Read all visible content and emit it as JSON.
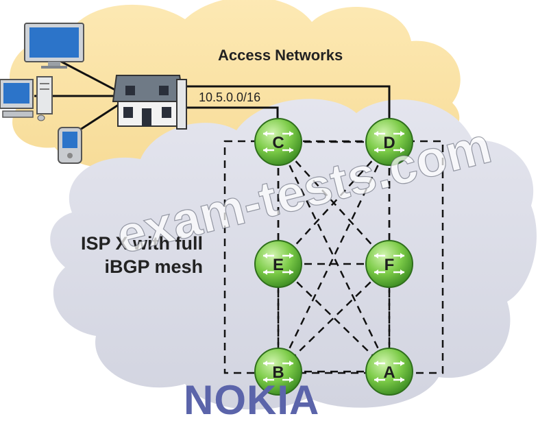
{
  "clouds": {
    "access_label": "Access Networks",
    "isp_label_line1": "ISP X with full",
    "isp_label_line2": "iBGP mesh"
  },
  "subnet": "10.5.0.0/16",
  "routers": [
    {
      "id": "C"
    },
    {
      "id": "D"
    },
    {
      "id": "E"
    },
    {
      "id": "F"
    },
    {
      "id": "B"
    },
    {
      "id": "A"
    }
  ],
  "ibgp_sessions": [
    [
      "C",
      "D"
    ],
    [
      "C",
      "E"
    ],
    [
      "C",
      "F"
    ],
    [
      "C",
      "B"
    ],
    [
      "C",
      "A"
    ],
    [
      "D",
      "E"
    ],
    [
      "D",
      "F"
    ],
    [
      "D",
      "B"
    ],
    [
      "D",
      "A"
    ],
    [
      "E",
      "F"
    ],
    [
      "E",
      "B"
    ],
    [
      "E",
      "A"
    ],
    [
      "F",
      "B"
    ],
    [
      "F",
      "A"
    ],
    [
      "B",
      "A"
    ]
  ],
  "devices": [
    {
      "name": "monitor-icon"
    },
    {
      "name": "desktop-pc-icon"
    },
    {
      "name": "pda-icon"
    },
    {
      "name": "house-icon"
    }
  ],
  "watermark": "exam-tests.com",
  "logo": "NOKIA",
  "colors": {
    "access_cloud": "#fbe4a5",
    "isp_cloud": "#dcdee8",
    "router_fill": "#7ccb48",
    "logo": "#5b64aa"
  }
}
